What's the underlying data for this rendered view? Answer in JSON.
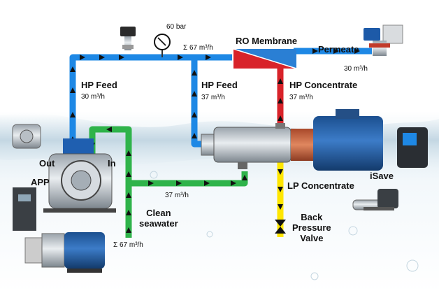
{
  "labels": {
    "pressure_gauge": "60 bar",
    "feed_flow_total_top": "Σ 67 m³/h",
    "ro_membrane": "RO Membrane",
    "permeate": "Permeate",
    "permeate_flow": "30 m³/h",
    "hp_feed_left": "HP Feed",
    "hp_feed_left_flow": "30 m³/h",
    "hp_feed_mid": "HP Feed",
    "hp_feed_mid_flow": "37 m³/h",
    "hp_concentrate": "HP Concentrate",
    "hp_concentrate_flow": "37 m³/h",
    "out": "Out",
    "in": "In",
    "app": "APP",
    "lp_concentrate": "LP Concentrate",
    "isave": "iSave",
    "isave_flow": "37 m³/h",
    "back_pressure_valve": "Back\nPressure\nValve",
    "clean_seawater": "Clean\nseawater",
    "feed_flow_total_bottom": "Σ 67 m³/h"
  },
  "colors": {
    "hp_feed": "#1e88e5",
    "clean_seawater": "#2fb34a",
    "concentrate": "#d8232a",
    "lp_concentrate": "#ffe600",
    "arrow": "#111111",
    "membrane_red": "#d8232a",
    "membrane_blue": "#2a7fd4"
  },
  "icons": [
    "pressure-sensor-icon",
    "pressure-gauge-icon",
    "flow-instrument-icon",
    "app-pump-block-icon",
    "frequency-converter-icon",
    "motor-icon",
    "isave-unit-icon",
    "small-pump-icon",
    "ro-membrane-icon",
    "back-pressure-valve-icon"
  ]
}
